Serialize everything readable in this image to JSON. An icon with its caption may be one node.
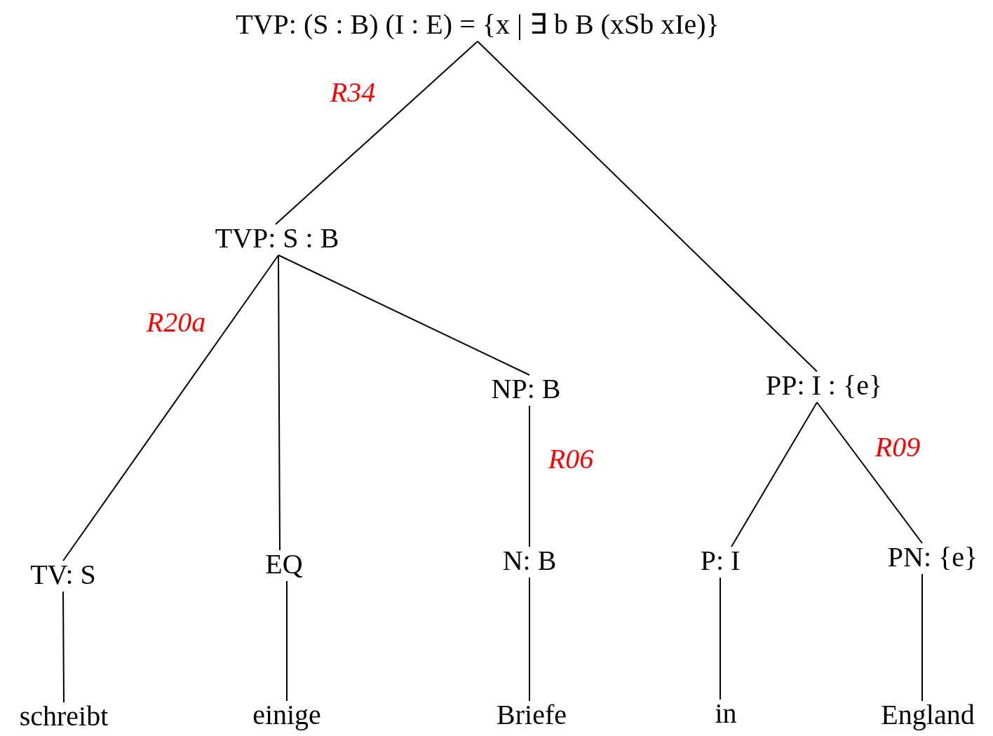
{
  "diagram": {
    "nodes": [
      {
        "text": [
          "TVP: (S : B) (I : E) = {x | ∃ b B (xSb xIe)}"
        ]
      },
      {
        "text": [
          "TVP: S : B"
        ]
      },
      {
        "text": [
          "TV: S"
        ]
      },
      {
        "text": [
          "EQ"
        ]
      },
      {
        "text": [
          "NP: B"
        ]
      },
      {
        "text": [
          "N: B"
        ]
      },
      {
        "text": [
          "PP: I : {e}"
        ]
      },
      {
        "text": [
          "P: I"
        ]
      },
      {
        "text": [
          "PN: {e}"
        ]
      },
      {
        "text": [
          "schreibt"
        ]
      },
      {
        "text": [
          "einige"
        ]
      },
      {
        "text": [
          "Briefe"
        ]
      },
      {
        "text": [
          "in"
        ]
      },
      {
        "text": [
          "England"
        ]
      }
    ],
    "edges": [
      {
        "from": 0,
        "to": 1,
        "arrow": "none",
        "label": "R34"
      },
      {
        "from": 0,
        "to": 6,
        "arrow": "none"
      },
      {
        "from": 1,
        "to": 2,
        "arrow": "none",
        "label": "R20a"
      },
      {
        "from": 1,
        "to": 3,
        "arrow": "none"
      },
      {
        "from": 1,
        "to": 4,
        "arrow": "none"
      },
      {
        "from": 4,
        "to": 5,
        "arrow": "none",
        "label": "R06"
      },
      {
        "from": 6,
        "to": 7,
        "arrow": "none"
      },
      {
        "from": 6,
        "to": 8,
        "arrow": "none",
        "label": "R09"
      },
      {
        "from": 2,
        "to": 9,
        "arrow": "none"
      },
      {
        "from": 3,
        "to": 10,
        "arrow": "none"
      },
      {
        "from": 5,
        "to": 11,
        "arrow": "none"
      },
      {
        "from": 7,
        "to": 12,
        "arrow": "none"
      },
      {
        "from": 8,
        "to": 13,
        "arrow": "none"
      }
    ]
  }
}
